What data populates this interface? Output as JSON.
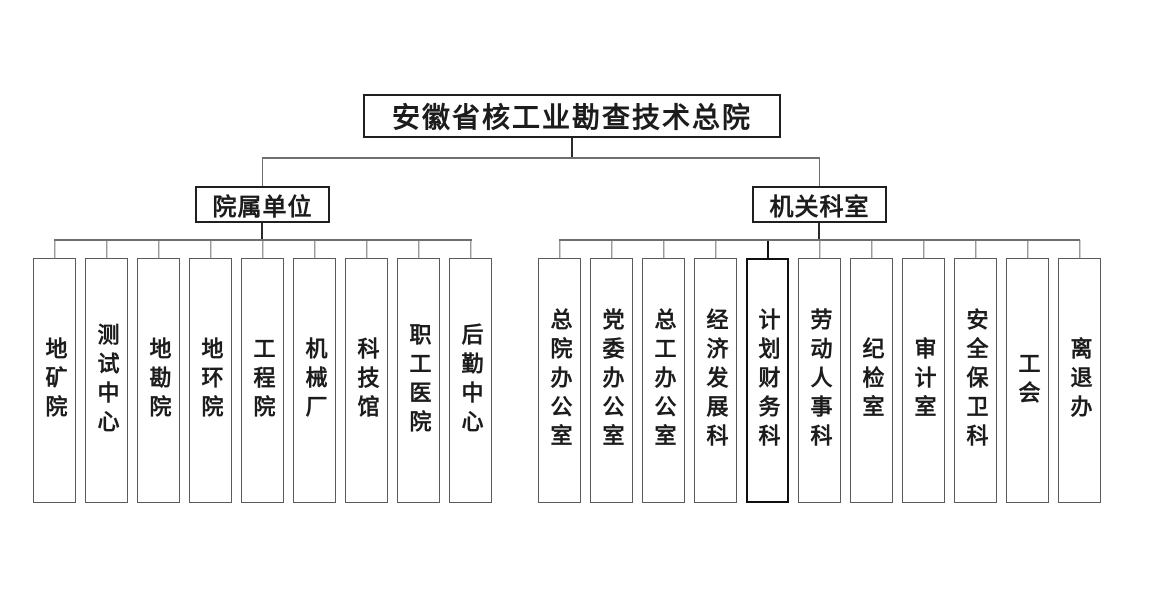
{
  "colors": {
    "background": "#ffffff",
    "text": "#1c1c1c",
    "box_border": "#1f1f1f",
    "leaf_border": "#5a5a5a",
    "connector": "#6e6e6e",
    "drop": "#2a2a2a",
    "highlight": "#0f0f0f"
  },
  "chart": {
    "type": "org-chart",
    "root": {
      "label": "安徽省核工业勘查技术总院"
    },
    "branches": [
      {
        "label": "院属单位",
        "children": [
          {
            "label": "地矿院"
          },
          {
            "label": "测试中心"
          },
          {
            "label": "地勘院"
          },
          {
            "label": "地环院"
          },
          {
            "label": "工程院"
          },
          {
            "label": "机械厂"
          },
          {
            "label": "科技馆"
          },
          {
            "label": "职工医院"
          },
          {
            "label": "后勤中心"
          }
        ]
      },
      {
        "label": "机关科室",
        "children": [
          {
            "label": "总院办公室"
          },
          {
            "label": "党委办公室"
          },
          {
            "label": "总工办公室"
          },
          {
            "label": "经济发展科"
          },
          {
            "label": "计划财务科",
            "highlighted": true
          },
          {
            "label": "劳动人事科"
          },
          {
            "label": "纪检室"
          },
          {
            "label": "审计室"
          },
          {
            "label": "安全保卫科"
          },
          {
            "label": "工会"
          },
          {
            "label": "离退办"
          }
        ]
      }
    ]
  }
}
